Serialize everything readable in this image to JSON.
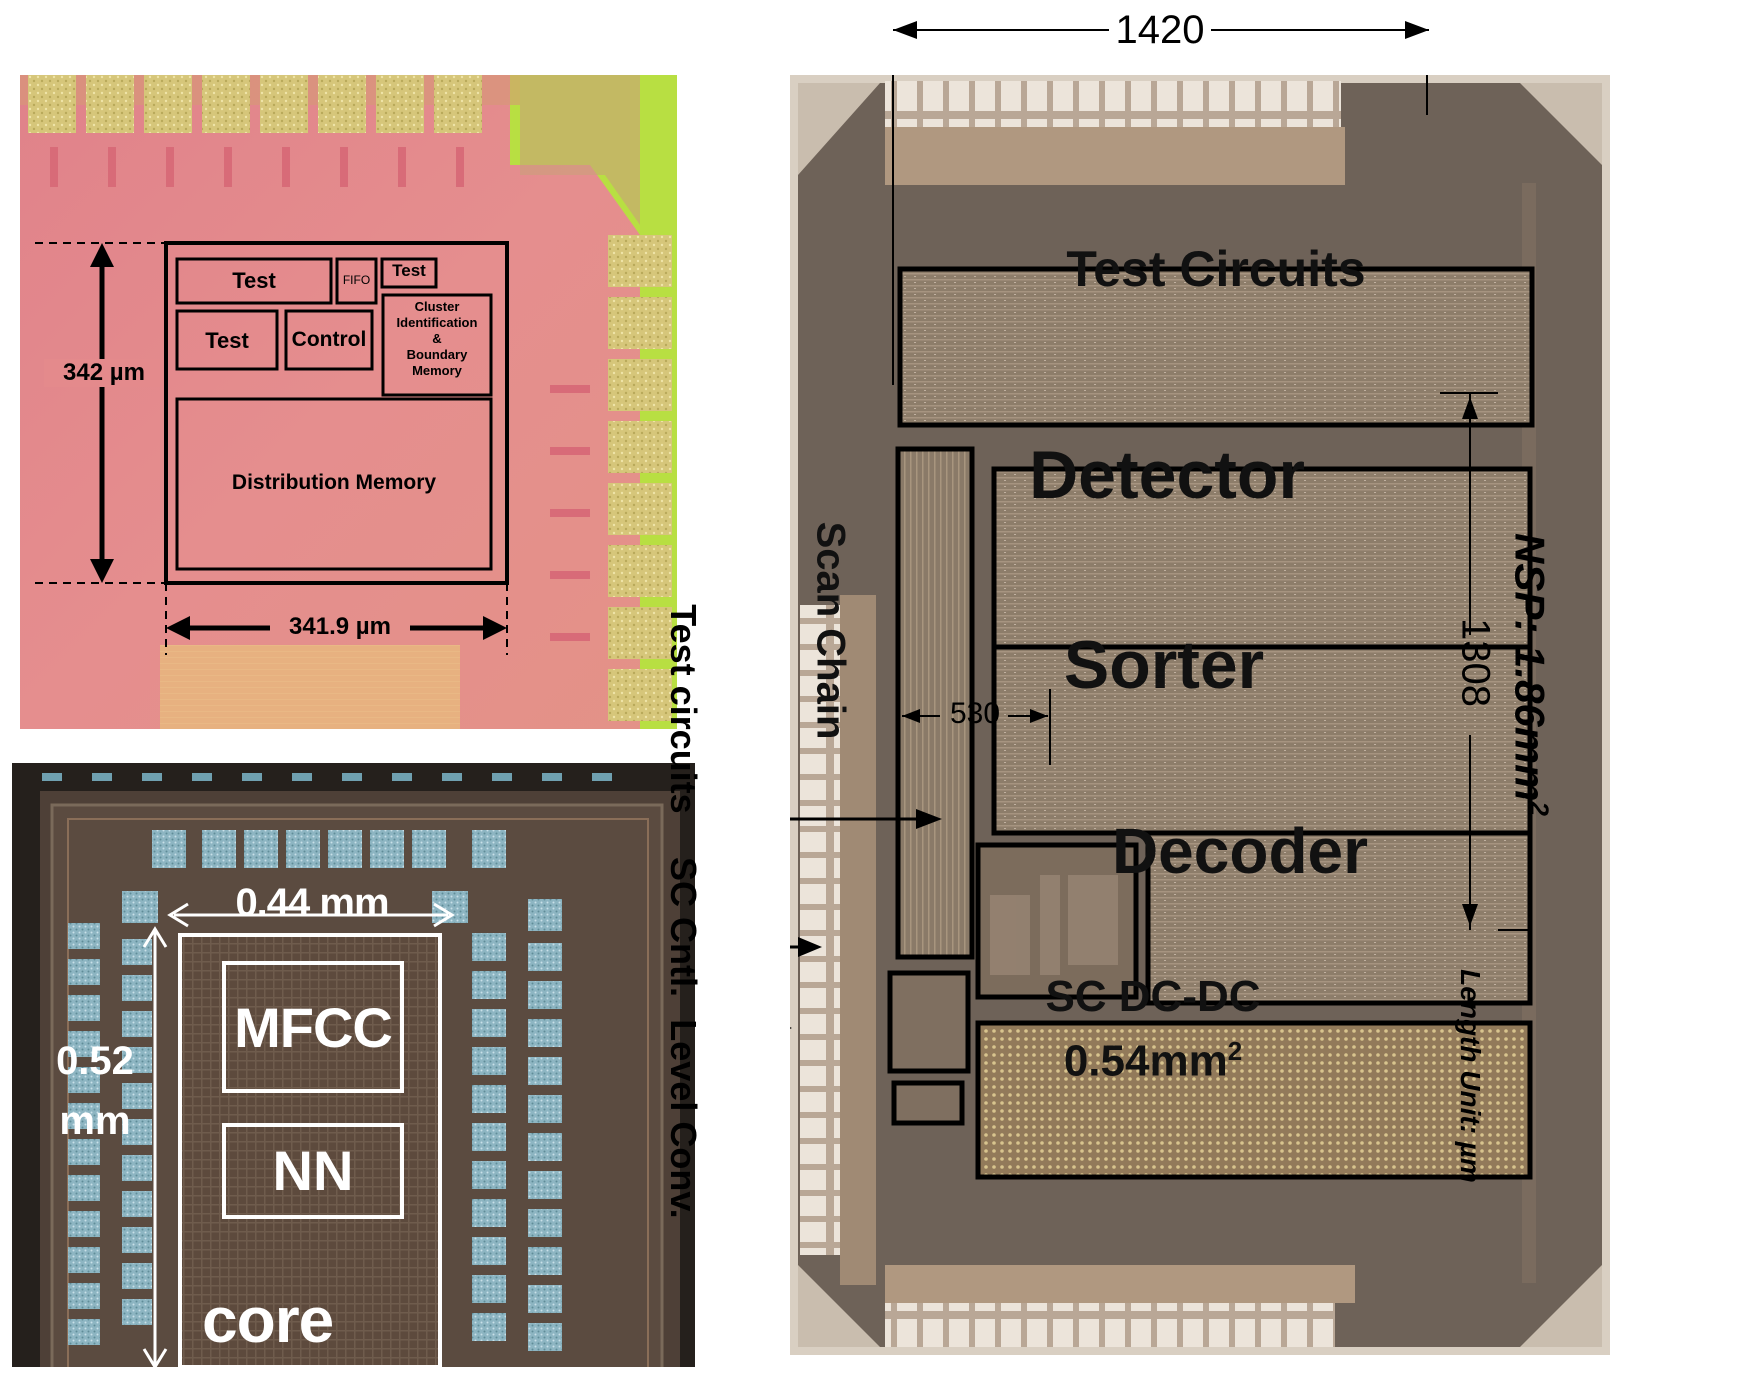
{
  "panel_a": {
    "blocks": {
      "test_1": "Test",
      "fifo": "FIFO",
      "test_2": "Test",
      "test_3": "Test",
      "control": "Control",
      "cluster_lines": [
        "Cluster",
        "Identification",
        "&",
        "Boundary",
        "Memory"
      ],
      "distribution": "Distribution Memory"
    },
    "height_dim": "342 µm",
    "width_dim": "341.9 µm"
  },
  "panel_b": {
    "width_dim": "0.44 mm",
    "height_dim_lines": [
      "0.52",
      "mm"
    ],
    "mfcc": "MFCC",
    "nn": "NN",
    "core": "core"
  },
  "panel_c": {
    "width_dim": "1420",
    "height_dim": "1308",
    "inner_dim": "530",
    "blocks": {
      "test_circuits": "Test Circuits",
      "detector": "Detector",
      "sorter": "Sorter",
      "decoder": "Decoder",
      "scan_chain": "Scan Chain",
      "sc_dcdc": "SC DC-DC",
      "sc_dcdc_area": "0.54mm",
      "sc_dcdc_area_exp": "2"
    },
    "side_labels": {
      "test_circuits": "Test circuits",
      "sc_cntl": "SC Cntl.",
      "level_conv": "Level Conv."
    },
    "nsp_area": "NSP: 1.86mm",
    "nsp_area_exp": "2",
    "length_unit": "Length Unit: µm"
  },
  "colors": {
    "panel_a_bg": "#e28a8a",
    "pad_gold": "#d8cc7a",
    "metal_green": "#b6e040",
    "panel_b_bg": "#5a4a3e",
    "pad_blue": "#8fb9c6",
    "panel_c_bg": "#6f6359",
    "block_fill": "#8a7b68"
  }
}
